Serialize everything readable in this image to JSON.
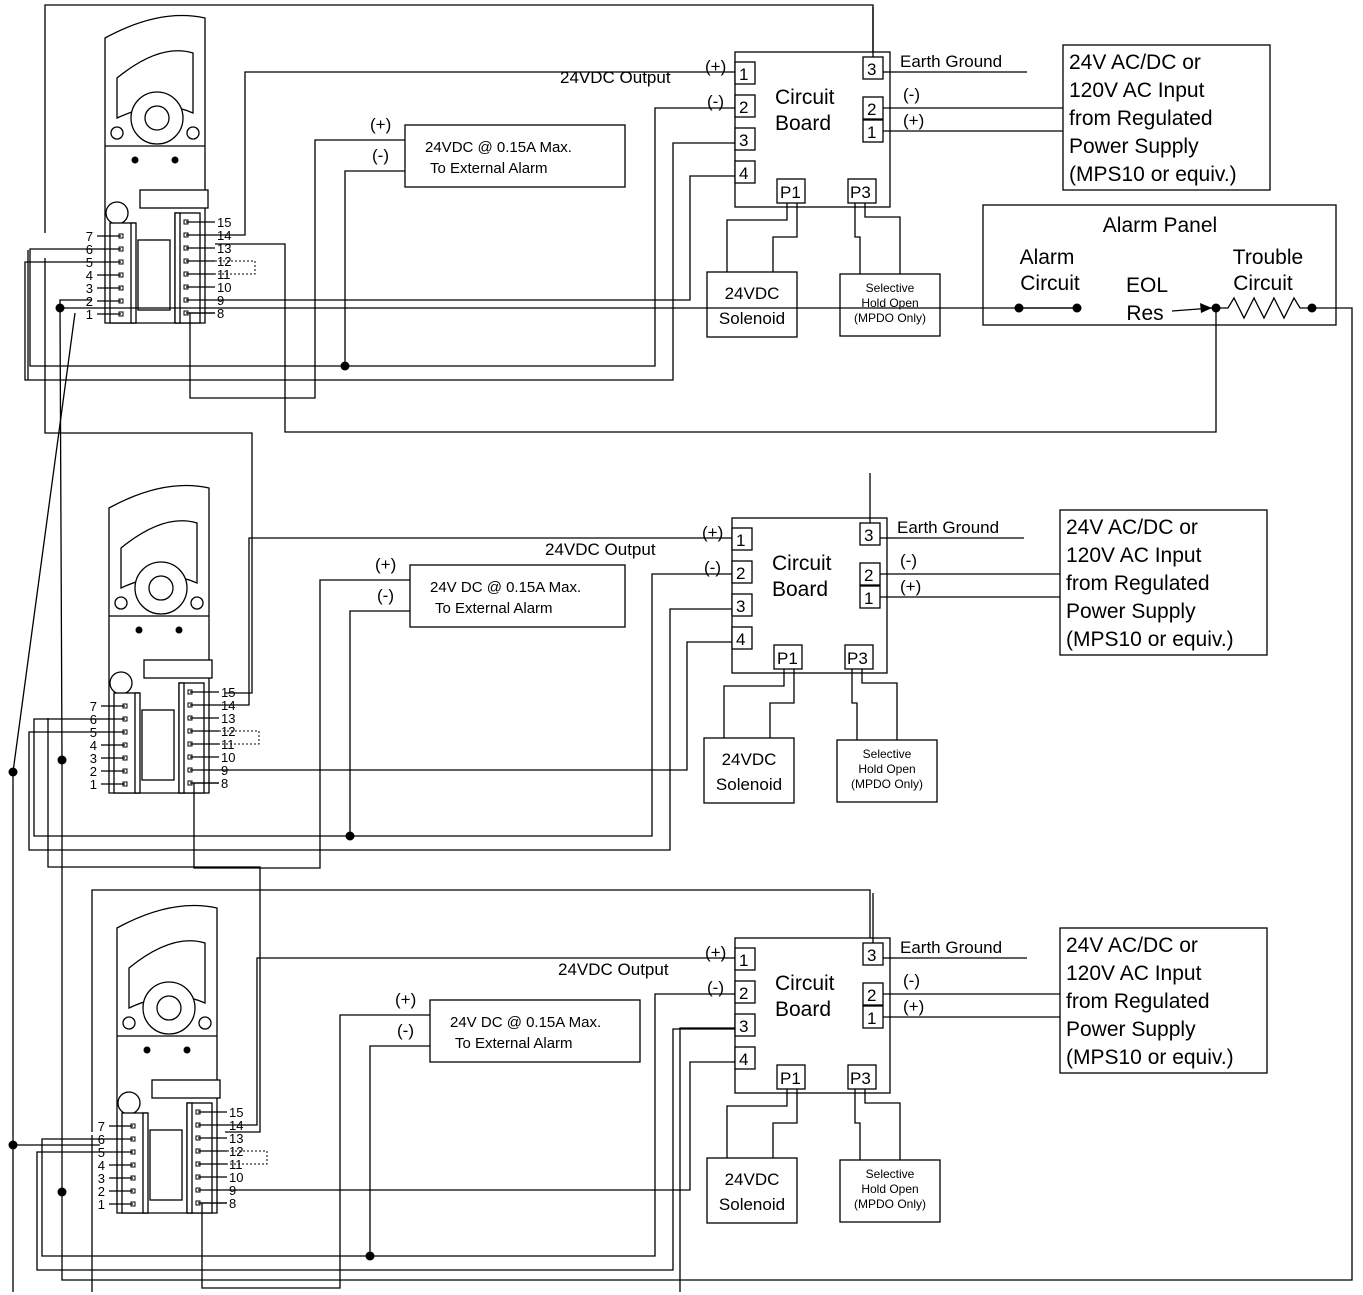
{
  "diagram": {
    "units": [
      {
        "id": "unit1",
        "external_alarm": [
          "24VDC @ 0.15A Max.",
          "To External Alarm"
        ],
        "ext_plus": "(+)",
        "ext_minus": "(-)",
        "output_label": "24VDC Output",
        "output_plus": "(+)",
        "output_minus": "(-)",
        "circuit_board": [
          "Circuit",
          "Board"
        ],
        "cb_left_terminals": [
          "1",
          "2",
          "3",
          "4"
        ],
        "cb_right_terminals": [
          "3",
          "2",
          "1"
        ],
        "earth_ground": "Earth Ground",
        "pwr_minus": "(-)",
        "pwr_plus": "(+)",
        "power_supply": [
          "24V AC/DC or",
          "120V AC Input",
          "from Regulated",
          "Power Supply",
          "(MPS10 or equiv.)"
        ],
        "p1": "P1",
        "p3": "P3",
        "solenoid": [
          "24VDC",
          "Solenoid"
        ],
        "selective": [
          "Selective",
          "Hold Open",
          "(MPDO Only)"
        ],
        "left_pins": [
          "7",
          "6",
          "5",
          "4",
          "3",
          "2",
          "1"
        ],
        "right_pins": [
          "15",
          "14",
          "13",
          "12",
          "11",
          "10",
          "9",
          "8"
        ]
      },
      {
        "id": "unit2",
        "external_alarm": [
          "24V DC @ 0.15A Max.",
          "To External Alarm"
        ],
        "ext_plus": "(+)",
        "ext_minus": "(-)",
        "output_label": "24VDC Output",
        "output_plus": "(+)",
        "output_minus": "(-)",
        "circuit_board": [
          "Circuit",
          "Board"
        ],
        "cb_left_terminals": [
          "1",
          "2",
          "3",
          "4"
        ],
        "cb_right_terminals": [
          "3",
          "2",
          "1"
        ],
        "earth_ground": "Earth Ground",
        "pwr_minus": "(-)",
        "pwr_plus": "(+)",
        "power_supply": [
          "24V AC/DC or",
          "120V AC Input",
          "from Regulated",
          "Power Supply",
          "(MPS10 or equiv.)"
        ],
        "p1": "P1",
        "p3": "P3",
        "solenoid": [
          "24VDC",
          "Solenoid"
        ],
        "selective": [
          "Selective",
          "Hold Open",
          "(MPDO Only)"
        ],
        "left_pins": [
          "7",
          "6",
          "5",
          "4",
          "3",
          "2",
          "1"
        ],
        "right_pins": [
          "15",
          "14",
          "13",
          "12",
          "11",
          "10",
          "9",
          "8"
        ]
      },
      {
        "id": "unit3",
        "external_alarm": [
          "24V DC @ 0.15A Max.",
          "To External Alarm"
        ],
        "ext_plus": "(+)",
        "ext_minus": "(-)",
        "output_label": "24VDC Output",
        "output_plus": "(+)",
        "output_minus": "(-)",
        "circuit_board": [
          "Circuit",
          "Board"
        ],
        "cb_left_terminals": [
          "1",
          "2",
          "3",
          "4"
        ],
        "cb_right_terminals": [
          "3",
          "2",
          "1"
        ],
        "earth_ground": "Earth Ground",
        "pwr_minus": "(-)",
        "pwr_plus": "(+)",
        "power_supply": [
          "24V AC/DC or",
          "120V AC Input",
          "from Regulated",
          "Power Supply",
          "(MPS10 or equiv.)"
        ],
        "p1": "P1",
        "p3": "P3",
        "solenoid": [
          "24VDC",
          "Solenoid"
        ],
        "selective": [
          "Selective",
          "Hold Open",
          "(MPDO Only)"
        ],
        "left_pins": [
          "7",
          "6",
          "5",
          "4",
          "3",
          "2",
          "1"
        ],
        "right_pins": [
          "15",
          "14",
          "13",
          "12",
          "11",
          "10",
          "9",
          "8"
        ]
      }
    ],
    "alarm_panel": {
      "title": "Alarm Panel",
      "alarm_circuit": [
        "Alarm",
        "Circuit"
      ],
      "eol_res": [
        "EOL",
        "Res"
      ],
      "trouble_circuit": [
        "Trouble",
        "Circuit"
      ]
    }
  }
}
